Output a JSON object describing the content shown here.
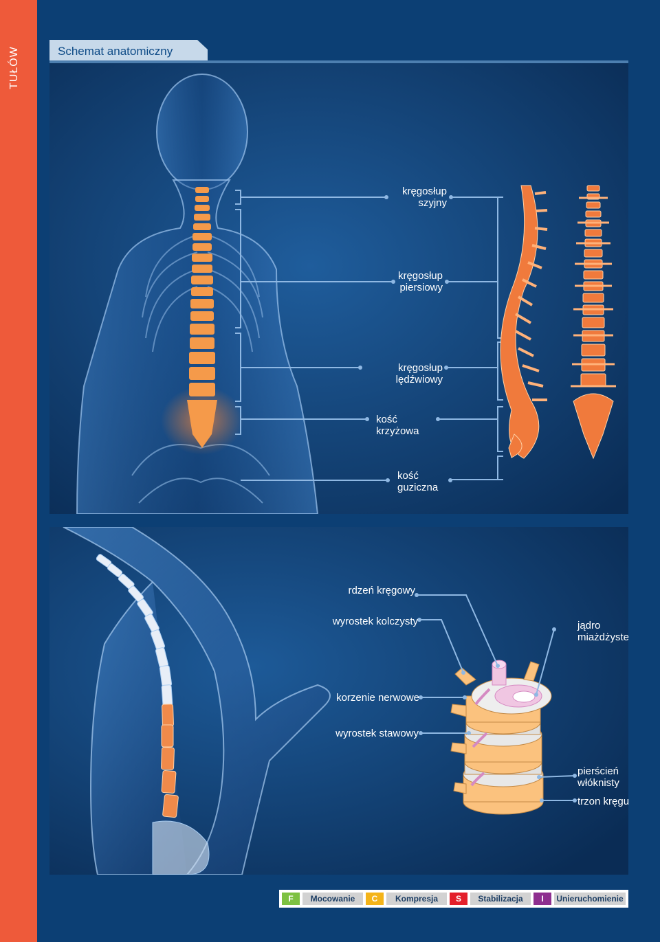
{
  "sidebar": {
    "label": "TUŁÓW"
  },
  "header": {
    "title": "Schemat anatomiczny"
  },
  "top_panel": {
    "labels": [
      {
        "id": "cervical",
        "line1": "kręgosłup",
        "line2": "szyjny"
      },
      {
        "id": "thoracic",
        "line1": "kręgosłup",
        "line2": "piersiowy"
      },
      {
        "id": "lumbar",
        "line1": "kręgosłup",
        "line2": "lędźwiowy"
      },
      {
        "id": "sacrum",
        "line1": "kość",
        "line2": "krzyżowa"
      },
      {
        "id": "coccyx",
        "line1": "kość",
        "line2": "guziczna"
      }
    ]
  },
  "bottom_panel": {
    "labels": [
      {
        "id": "spinal_cord",
        "line1": "rdzeń kręgowy"
      },
      {
        "id": "spinous_process",
        "line1": "wyrostek kolczysty"
      },
      {
        "id": "nucleus",
        "line1": "jądro",
        "line2": "miażdżyste"
      },
      {
        "id": "nerve_roots",
        "line1": "korzenie nerwowe"
      },
      {
        "id": "articular_process",
        "line1": "wyrostek stawowy"
      },
      {
        "id": "annulus",
        "line1": "pierścień",
        "line2": "włóknisty"
      },
      {
        "id": "vertebral_body",
        "line1": "trzon kręgu"
      }
    ]
  },
  "legend": [
    {
      "key": "F",
      "name": "Mocowanie",
      "color": "#7dc142"
    },
    {
      "key": "C",
      "name": "Kompresja",
      "color": "#f4b41a"
    },
    {
      "key": "S",
      "name": "Stabilizacja",
      "color": "#e3202b"
    },
    {
      "key": "I",
      "name": "Unieruchomienie",
      "color": "#8e2f8f"
    }
  ],
  "colors": {
    "accent_orange": "#ee5a3a",
    "panel_blue": "#0e3566",
    "bone_orange": "#f07a3c"
  }
}
